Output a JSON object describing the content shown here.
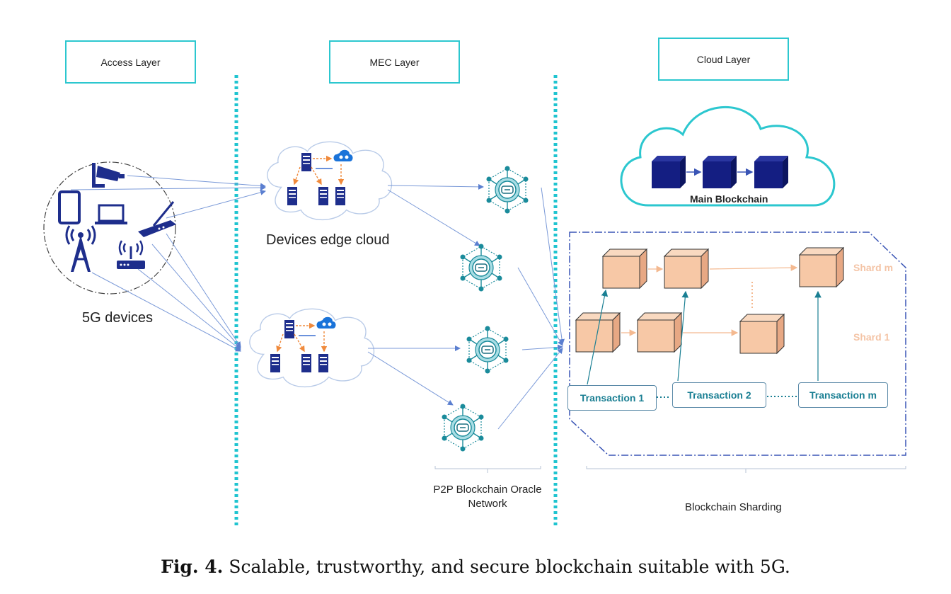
{
  "layers": {
    "access": "Access Layer",
    "mec": "MEC Layer",
    "cloud": "Cloud Layer"
  },
  "labels": {
    "devices": "5G devices",
    "edge_cloud": "Devices edge cloud",
    "main_blockchain": "Main Blockchain",
    "oracle_line1": "P2P Blockchain Oracle",
    "oracle_line2": "Network",
    "sharding": "Blockchain Sharding",
    "shard_m": "Shard m",
    "shard_1": "Shard 1"
  },
  "transactions": [
    "Transaction 1",
    "Transaction 2",
    "Transaction m"
  ],
  "caption": {
    "prefix": "Fig. 4.",
    "text": " Scalable, trustworthy, and secure blockchain suitable with 5G."
  },
  "colors": {
    "layer_border": "#2cc7cf",
    "divider": "#1fc4d0",
    "device_icon": "#1e2e8c",
    "block_main": "#141e82",
    "block_shard": "#f7c8a6",
    "oracle": "#1a8b9b",
    "transaction_text": "#1a7f93"
  }
}
